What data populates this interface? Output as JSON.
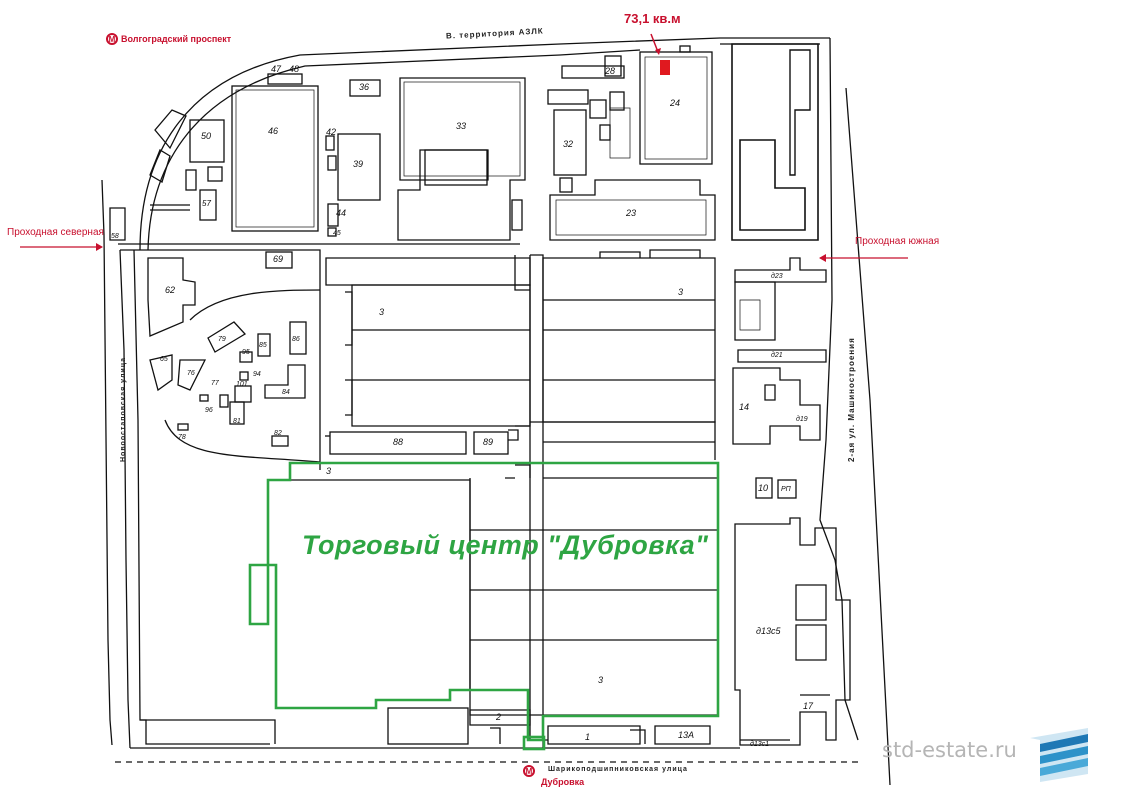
{
  "metro": {
    "north": "Волгоградский проспект",
    "south": "Дубровка"
  },
  "gates": {
    "north": "Проходная северная",
    "south": "Проходная южная"
  },
  "highlight": {
    "area": "73,1 кв.м",
    "color": "#e0191f"
  },
  "shopping_center": {
    "title": "Торговый  центр  \"Дубровка\"",
    "color": "#2ea543"
  },
  "streets": {
    "top": "В. территория АЗЛК",
    "right": "2-ая ул. Машиностроения",
    "left": "Новоостаповская улица",
    "bottom": "Шарикоподшипниковская улица"
  },
  "brand": {
    "site": "std-estate.ru"
  },
  "buildings": [
    "47",
    "48",
    "36",
    "28",
    "24",
    "50",
    "46",
    "42",
    "33",
    "32",
    "39",
    "57",
    "44",
    "23",
    "45",
    "58",
    "69",
    "62",
    "д23",
    "3",
    "3",
    "79",
    "86",
    "95",
    "85",
    "д21",
    "65",
    "76",
    "94",
    "77",
    "101",
    "84",
    "14",
    "96",
    "81",
    "д19",
    "78",
    "82",
    "88",
    "89",
    "3",
    "10",
    "РП",
    "д13с5",
    "17",
    "3",
    "2",
    "1",
    "13А",
    "д13с1"
  ]
}
